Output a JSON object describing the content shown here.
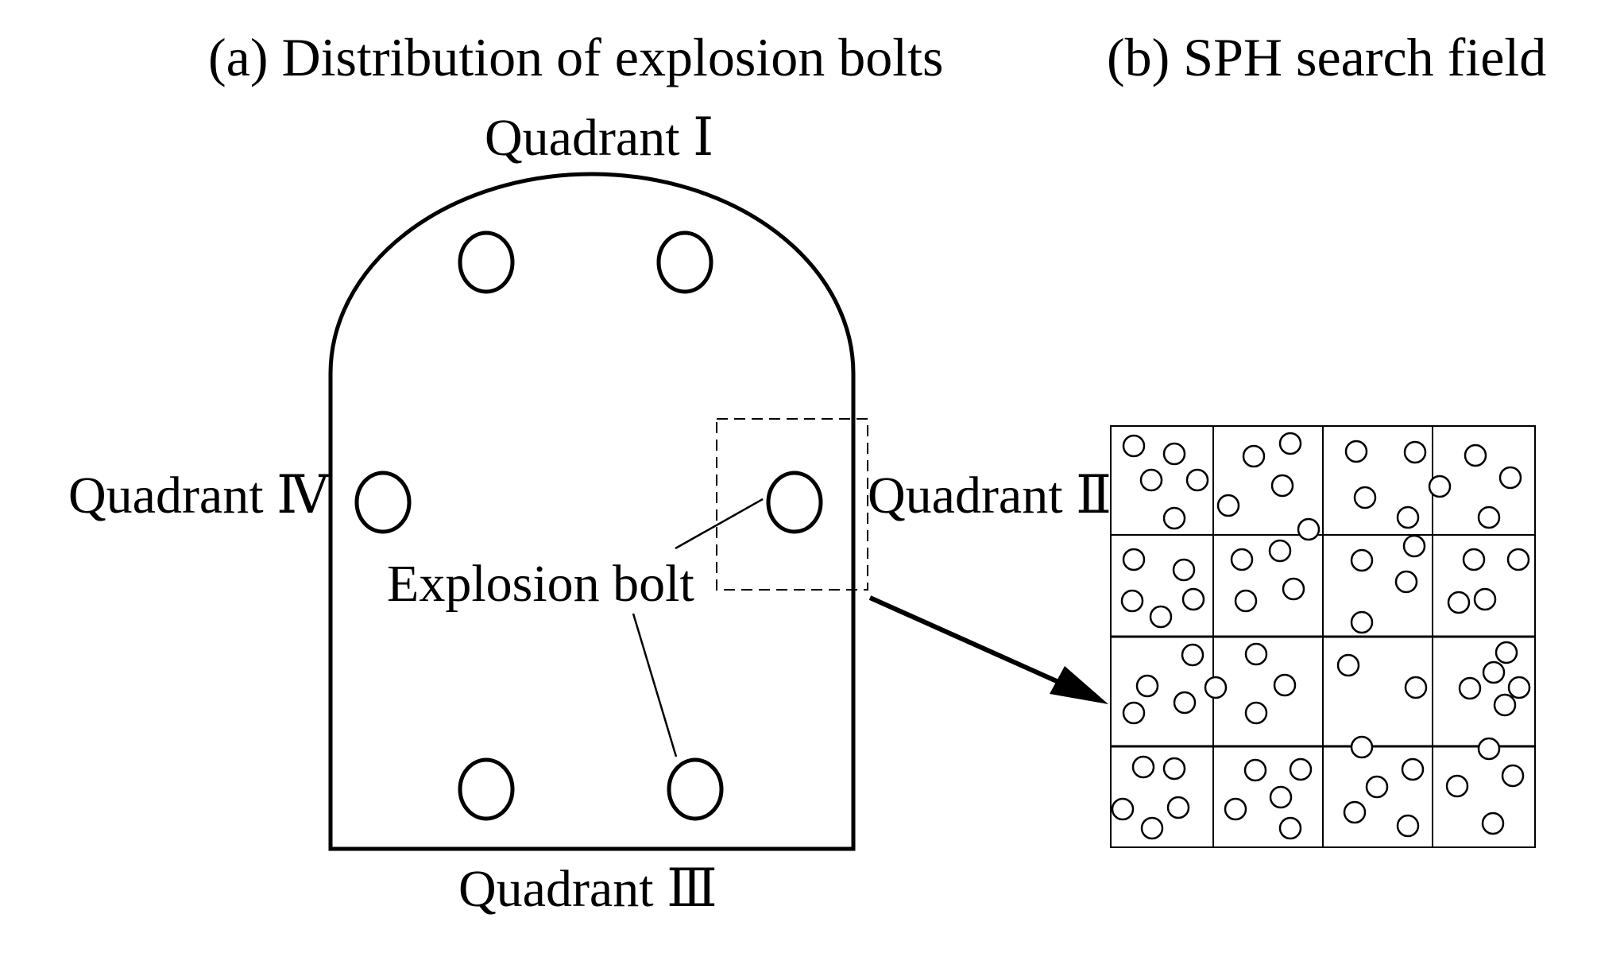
{
  "panel_a": {
    "title": "(a) Distribution of explosion bolts",
    "quadrant_top": "Quadrant Ⅰ",
    "quadrant_right": "Quadrant Ⅱ",
    "quadrant_bottom": "Quadrant Ⅲ",
    "quadrant_left": "Quadrant Ⅳ",
    "callout": "Explosion bolt"
  },
  "panel_b": {
    "title": "(b) SPH search field"
  }
}
